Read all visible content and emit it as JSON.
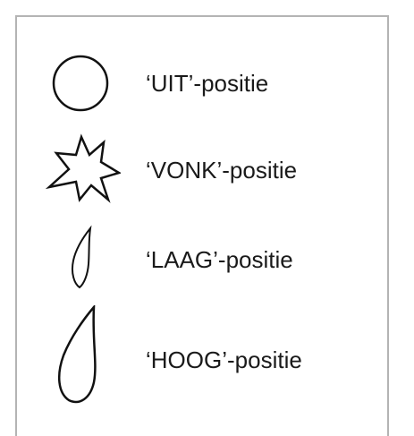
{
  "legend": {
    "items": [
      {
        "icon": "circle-icon",
        "label": "‘UIT’-positie"
      },
      {
        "icon": "spark-star-icon",
        "label": "‘VONK’-positie"
      },
      {
        "icon": "small-flame-icon",
        "label": "‘LAAG’-positie"
      },
      {
        "icon": "large-flame-icon",
        "label": "‘HOOG’-positie"
      }
    ]
  }
}
